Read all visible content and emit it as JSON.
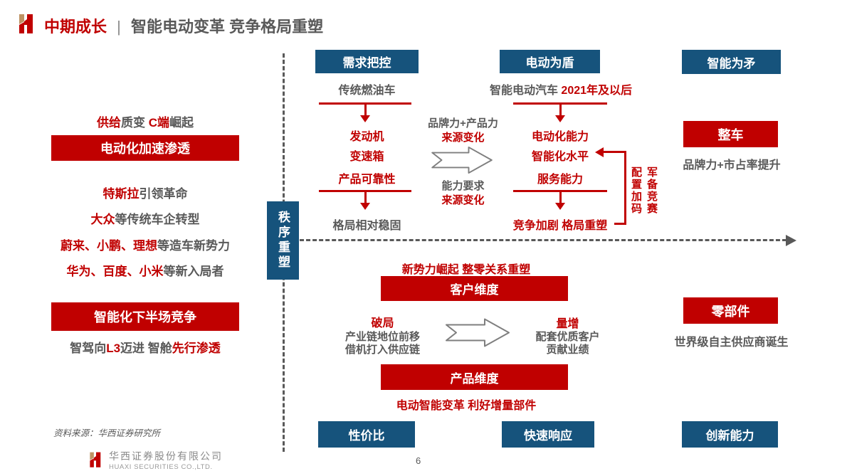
{
  "header": {
    "title_primary": "中期成长",
    "title_divider": "|",
    "title_secondary": "智能电动变革 竞争格局重塑"
  },
  "left_panel": {
    "headline": [
      "供给",
      "质变 ",
      "C端",
      "崛起"
    ],
    "box_electrification": "电动化加速渗透",
    "tesla": [
      "特斯拉",
      "引领革命"
    ],
    "volkswagen": [
      "大众",
      "等传统车企转型"
    ],
    "new_forces": [
      "蔚来、小鹏、理想",
      "等造车新势力"
    ],
    "new_entrants": [
      "华为、百度、小米",
      "等新入局者"
    ],
    "box_intelligence": "智能化下半场竞争",
    "smart_line": [
      "智驾向",
      "L3",
      "迈进 智舱",
      "先行渗透"
    ]
  },
  "axis": {
    "vertical_box": "秩序重塑"
  },
  "upper": {
    "demand": {
      "box": "需求把控",
      "subtitle": "传统燃油车",
      "items": [
        "发动机",
        "变速箱",
        "产品可靠性"
      ],
      "result": "格局相对稳固"
    },
    "transition": {
      "top_gray": "品牌力+产品力",
      "top_red": "来源变化",
      "bottom_gray": "能力要求",
      "bottom_red": "来源变化"
    },
    "electric": {
      "box": "电动为盾",
      "subtitle_gray": "智能电动汽车 ",
      "subtitle_red": "2021年及以后",
      "items": [
        "电动化能力",
        "智能化水平",
        "服务能力"
      ],
      "result": "竞争加剧 格局重塑"
    },
    "bracket": {
      "col1": "配置加码",
      "col2": "军备竞赛"
    },
    "intelligent": {
      "box": "智能为矛",
      "vehicle_box": "整车",
      "caption": "品牌力+市占率提升"
    }
  },
  "lower": {
    "headline": "新势力崛起 整零关系重塑",
    "customer_box": "客户维度",
    "breakthrough": {
      "title": "破局",
      "line1": "产业链地位前移",
      "line2": "借机打入供应链"
    },
    "volume": {
      "title": "量增",
      "line1": "配套优质客户",
      "line2": "贡献业绩"
    },
    "product_box": "产品维度",
    "caption": "电动智能变革 利好增量部件",
    "parts": {
      "box": "零部件",
      "caption": "世界级自主供应商诞生"
    }
  },
  "bottom_row": [
    "性价比",
    "快速响应",
    "创新能力"
  ],
  "footer": {
    "source": "资料来源：华西证券研究所",
    "company_cn": "华西证券股份有限公司",
    "company_en": "HUAXI SECURITIES CO.,LTD.",
    "page_number": "6"
  },
  "colors": {
    "red": "#c00000",
    "blue": "#16537c",
    "gray": "#595959"
  }
}
